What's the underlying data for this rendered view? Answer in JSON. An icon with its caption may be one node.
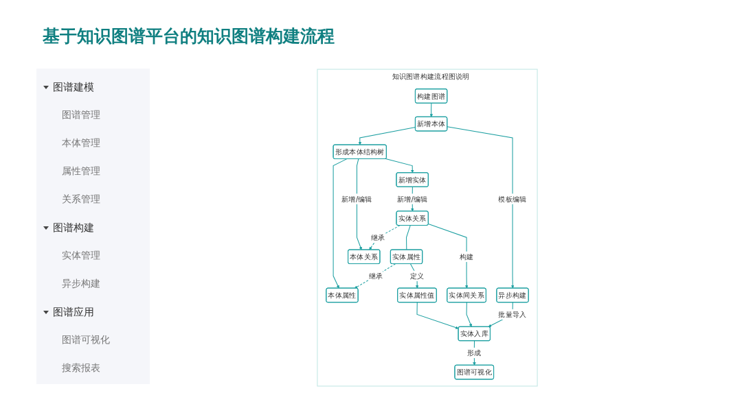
{
  "diagram": {
    "title": "基于知识图谱平台的知识图谱构建流程",
    "nodes": [
      {
        "text": [
          "知识图谱构建流程图说明"
        ]
      },
      {
        "text": [
          "构建图谱"
        ],
        "in": 0
      },
      {
        "text": [
          "形成本体结构树"
        ],
        "in": 0
      },
      {
        "text": [
          "新增本体"
        ],
        "in": 0
      },
      {
        "text": [
          "异步构建"
        ],
        "in": 0
      },
      {
        "text": [
          "图谱可视化"
        ],
        "in": 0
      },
      {
        "text": [
          "本体属性"
        ],
        "in": 0
      },
      {
        "text": [
          "本体关系"
        ],
        "in": 0
      },
      {
        "text": [
          "新增实体"
        ],
        "in": 0
      },
      {
        "text": [
          "实体入库"
        ],
        "in": 0
      },
      {
        "text": [
          "实体关系"
        ],
        "in": 0
      },
      {
        "text": [
          "实体间关系"
        ],
        "in": 0
      },
      {
        "text": [
          "实体属性"
        ],
        "in": 0
      },
      {
        "text": [
          "实体属性值"
        ],
        "in": 0
      }
    ],
    "edges": [
      {
        "from": 1,
        "to": 3,
        "arrow": "to"
      },
      {
        "from": 3,
        "to": 2,
        "arrow": "to"
      },
      {
        "from": 3,
        "to": 4,
        "arrow": "to",
        "label": "模板编辑"
      },
      {
        "from": 2,
        "to": 6,
        "arrow": "to"
      },
      {
        "from": 2,
        "to": 7,
        "arrow": "to",
        "label": "新增/编辑"
      },
      {
        "from": 2,
        "to": 8,
        "arrow": "to"
      },
      {
        "from": 4,
        "to": 9,
        "arrow": "to",
        "label": "批量导入"
      },
      {
        "from": 9,
        "to": 5,
        "arrow": "to",
        "label": "形成"
      },
      {
        "from": 8,
        "to": 10,
        "arrow": "to",
        "label": "新增/编辑"
      },
      {
        "from": 10,
        "to": 7,
        "arrow": "to",
        "label": "继承",
        "style": "dashed"
      },
      {
        "from": 10,
        "to": 12,
        "arrow": "none"
      },
      {
        "from": 12,
        "to": 6,
        "arrow": "to",
        "label": "继承",
        "style": "dashed"
      },
      {
        "from": 10,
        "to": 11,
        "arrow": "to",
        "label": "构建"
      },
      {
        "from": 12,
        "to": 13,
        "arrow": "to",
        "label": "定义"
      },
      {
        "from": 11,
        "to": 9,
        "arrow": "to"
      },
      {
        "from": 13,
        "to": 9,
        "arrow": "to"
      }
    ],
    "labels": [
      "图谱建模",
      "图谱管理",
      "本体管理",
      "属性管理",
      "关系管理",
      "图谱构建",
      "实体管理",
      "异步构建",
      "图谱应用",
      "图谱可视化",
      "搜索报表"
    ]
  }
}
